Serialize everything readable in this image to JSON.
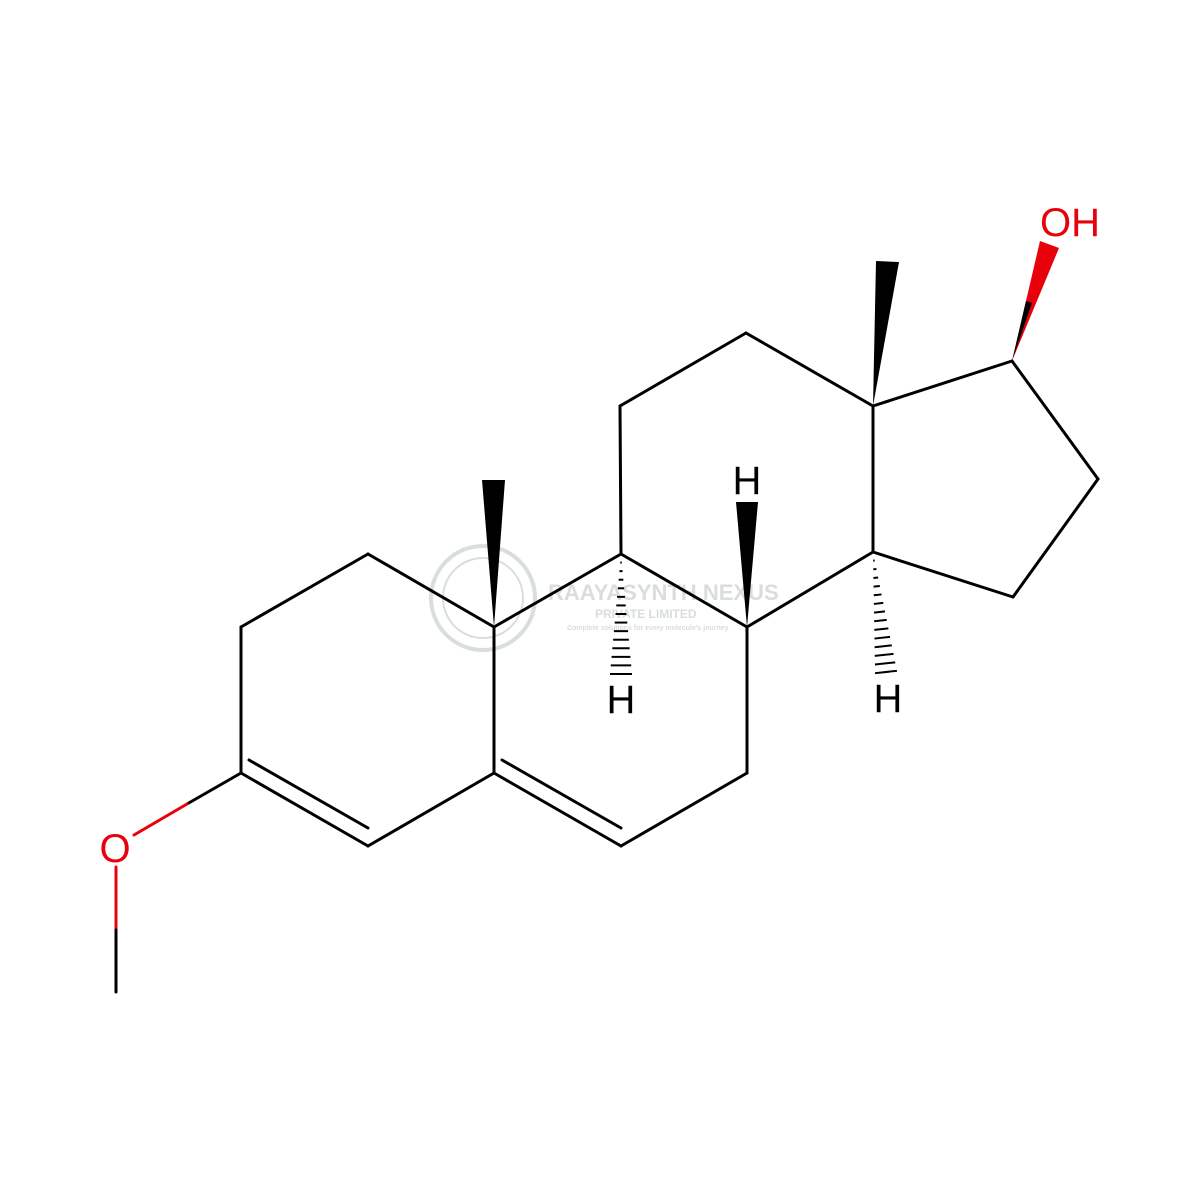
{
  "molecule": {
    "labels": {
      "hydroxyl": "OH",
      "methoxy_oxygen": "O",
      "hydrogen_c9": "H",
      "hydrogen_c8": "H",
      "hydrogen_c14": "H"
    },
    "colors": {
      "bond": "#000000",
      "oxygen": "#e8000b",
      "background": "#ffffff"
    }
  },
  "watermark": {
    "company": "RAAYASYNTH NEXUS",
    "subtitle": "PRIVATE LIMITED",
    "tagline": "Complete solutions for every molecule's journey",
    "color": "#8fa39a"
  }
}
